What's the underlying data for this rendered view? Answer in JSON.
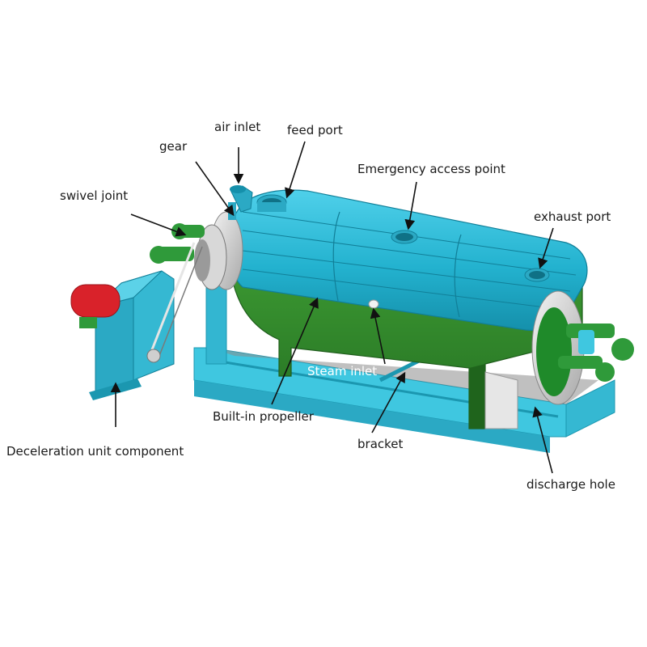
{
  "labels": {
    "air_inlet": "air inlet",
    "feed_port": "feed port",
    "gear": "gear",
    "emergency_access_point": "Emergency access point",
    "swivel_joint": "swivel joint",
    "exhaust_port": "exhaust port",
    "steam_inlet": "Steam inlet",
    "built_in_propeller": "Built-in propeller",
    "deceleration_unit_component": "Deceleration unit component",
    "bracket": "bracket",
    "discharge_hole": "discharge hole"
  },
  "colors": {
    "drum": "#23b2cf",
    "drum_dark": "#1590ab",
    "trough": "#2f8a2c",
    "frame": "#3fc7e0",
    "pipe_green": "#2f9a3a",
    "motor_red": "#d9222a"
  }
}
